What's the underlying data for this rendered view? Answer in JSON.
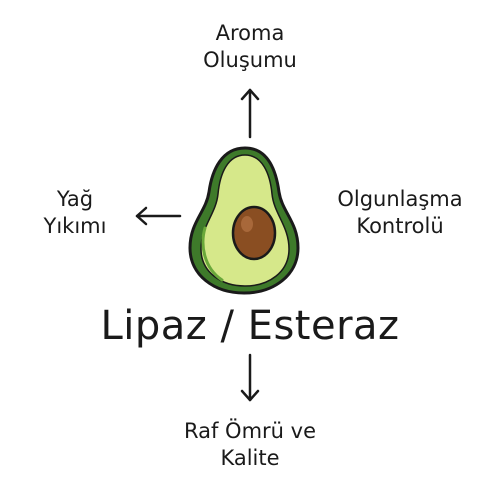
{
  "center": {
    "label": "Lipaz / Esteraz"
  },
  "top": {
    "line1": "Aroma",
    "line2": "Oluşumu"
  },
  "left": {
    "line1": "Yağ",
    "line2": "Yıkımı"
  },
  "right": {
    "line1": "Olgunlaşma",
    "line2": "Kontrolü"
  },
  "bottom": {
    "line1": "Raf Ömrü ve",
    "line2": "Kalite"
  },
  "colors": {
    "skin": "#3e7a2a",
    "skin_light": "#6aa83a",
    "flesh": "#d6e88a",
    "pit": "#8a4e22",
    "outline": "#1a1a1a"
  },
  "icons": [
    "avocado-icon",
    "arrow-up-icon",
    "arrow-left-icon",
    "arrow-down-icon"
  ]
}
